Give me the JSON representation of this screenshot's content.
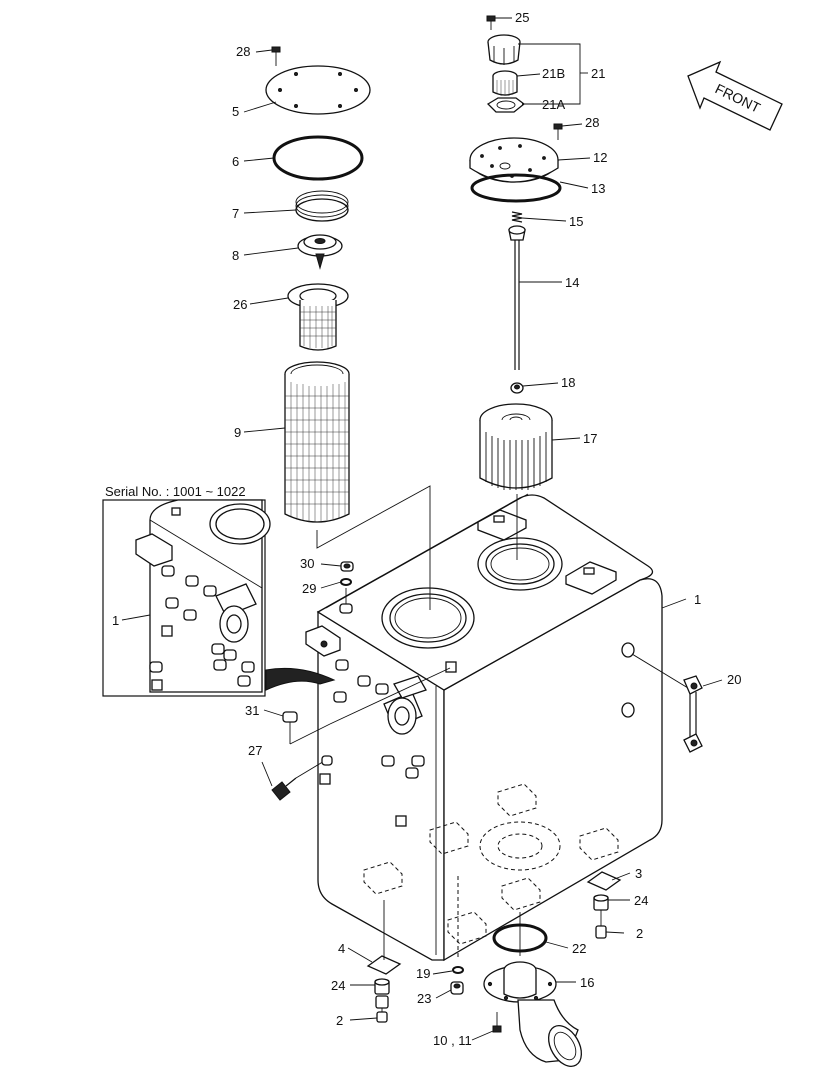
{
  "inset": {
    "title": "Serial No. : 1001 ~ 1022",
    "label": "1"
  },
  "front_label": "FRONT",
  "callouts": {
    "c28a": "28",
    "c5": "5",
    "c6": "6",
    "c7": "7",
    "c8": "8",
    "c26": "26",
    "c9": "9",
    "c25": "25",
    "c21b": "21B",
    "c21": "21",
    "c21a": "21A",
    "c28b": "28",
    "c12": "12",
    "c13": "13",
    "c15": "15",
    "c14": "14",
    "c18": "18",
    "c17": "17",
    "c30": "30",
    "c29": "29",
    "c1": "1",
    "c20": "20",
    "c31": "31",
    "c27": "27",
    "c3": "3",
    "c24a": "24",
    "c2a": "2",
    "c22": "22",
    "c4": "4",
    "c19": "19",
    "c16": "16",
    "c24b": "24",
    "c23": "23",
    "c2b": "2",
    "c10_11": "10 , 11"
  }
}
